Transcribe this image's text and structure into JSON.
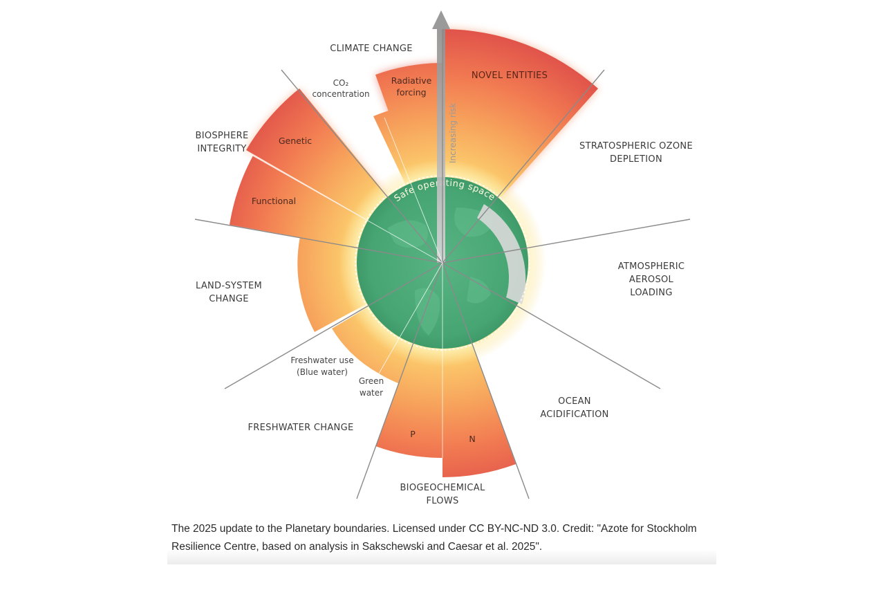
{
  "diagram": {
    "boundaries": {
      "climate_change": "CLIMATE CHANGE",
      "novel_entities": "NOVEL ENTITIES",
      "stratospheric_ozone_l1": "STRATOSPHERIC OZONE",
      "stratospheric_ozone_l2": "DEPLETION",
      "aerosol_l1": "ATMOSPHERIC",
      "aerosol_l2": "AEROSOL",
      "aerosol_l3": "LOADING",
      "ocean_l1": "OCEAN",
      "ocean_l2": "ACIDIFICATION",
      "biogeo_l1": "BIOGEOCHEMICAL",
      "biogeo_l2": "FLOWS",
      "freshwater": "FRESHWATER CHANGE",
      "land_l1": "LAND-SYSTEM",
      "land_l2": "CHANGE",
      "biosphere_l1": "BIOSPHERE",
      "biosphere_l2": "INTEGRITY"
    },
    "sub_labels": {
      "co2_l1": "CO₂",
      "co2_l2": "concentration",
      "radiative_l1": "Radiative",
      "radiative_l2": "forcing",
      "genetic": "Genetic",
      "functional": "Functional",
      "blue_l1": "Freshwater use",
      "blue_l2": "(Blue water)",
      "green_l1": "Green",
      "green_l2": "water",
      "p": "P",
      "n": "N"
    },
    "center_label": "Safe operating space",
    "risk_label": "Increasing risk"
  },
  "caption": "The 2025 update to the Planetary boundaries. Licensed under CC BY-NC-ND 3.0. Credit: \"Azote for Stockholm Resilience Centre, based on analysis in Sakschewski and Caesar et al. 2025\".",
  "colors": {
    "safe_green": "#4aa874",
    "high_risk_red": "#e0524a",
    "increasing_orange": "#f5894f",
    "zone_yellow": "#fbc56a",
    "unknown_grey": "#d8d8d8"
  }
}
